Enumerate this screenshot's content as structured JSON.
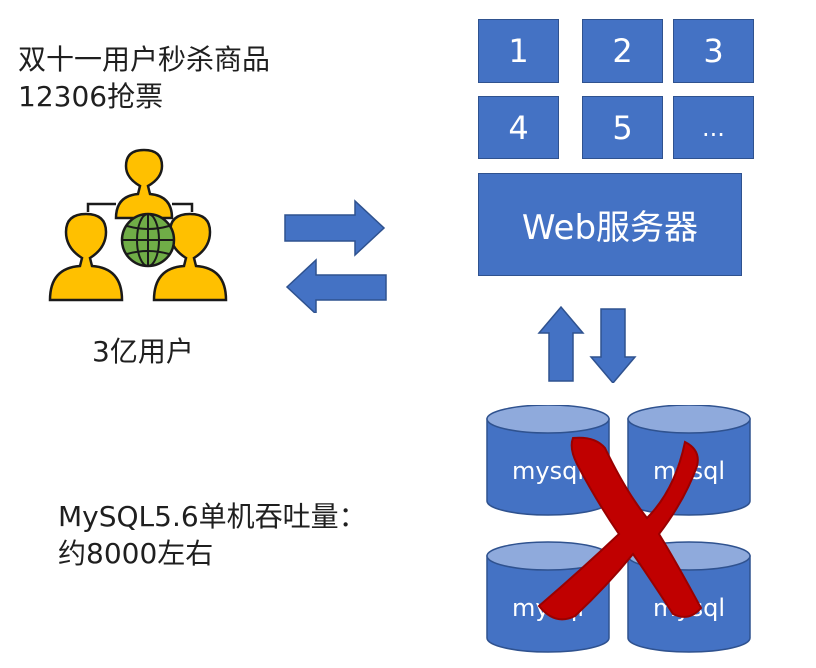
{
  "scenario": {
    "line1": "双十一用户秒杀商品",
    "line2": "12306抢票"
  },
  "users": {
    "label": "3亿用户"
  },
  "mysql_note": {
    "line1": "MySQL5.6单机吞吐量：",
    "line2": "约8000左右"
  },
  "server_grid": [
    "1",
    "2",
    "3",
    "4",
    "5",
    "..."
  ],
  "web_server": {
    "label": "Web服务器"
  },
  "databases": [
    "mysql",
    "mysql",
    "mysql",
    "mysql"
  ],
  "colors": {
    "box_fill": "#4472c4",
    "box_border": "#2f528f",
    "cylinder_fill": "#4472c4",
    "cylinder_top": "#8faadc",
    "cross": "#c00000",
    "user_fill": "#ffc000",
    "globe": "#70ad47"
  }
}
